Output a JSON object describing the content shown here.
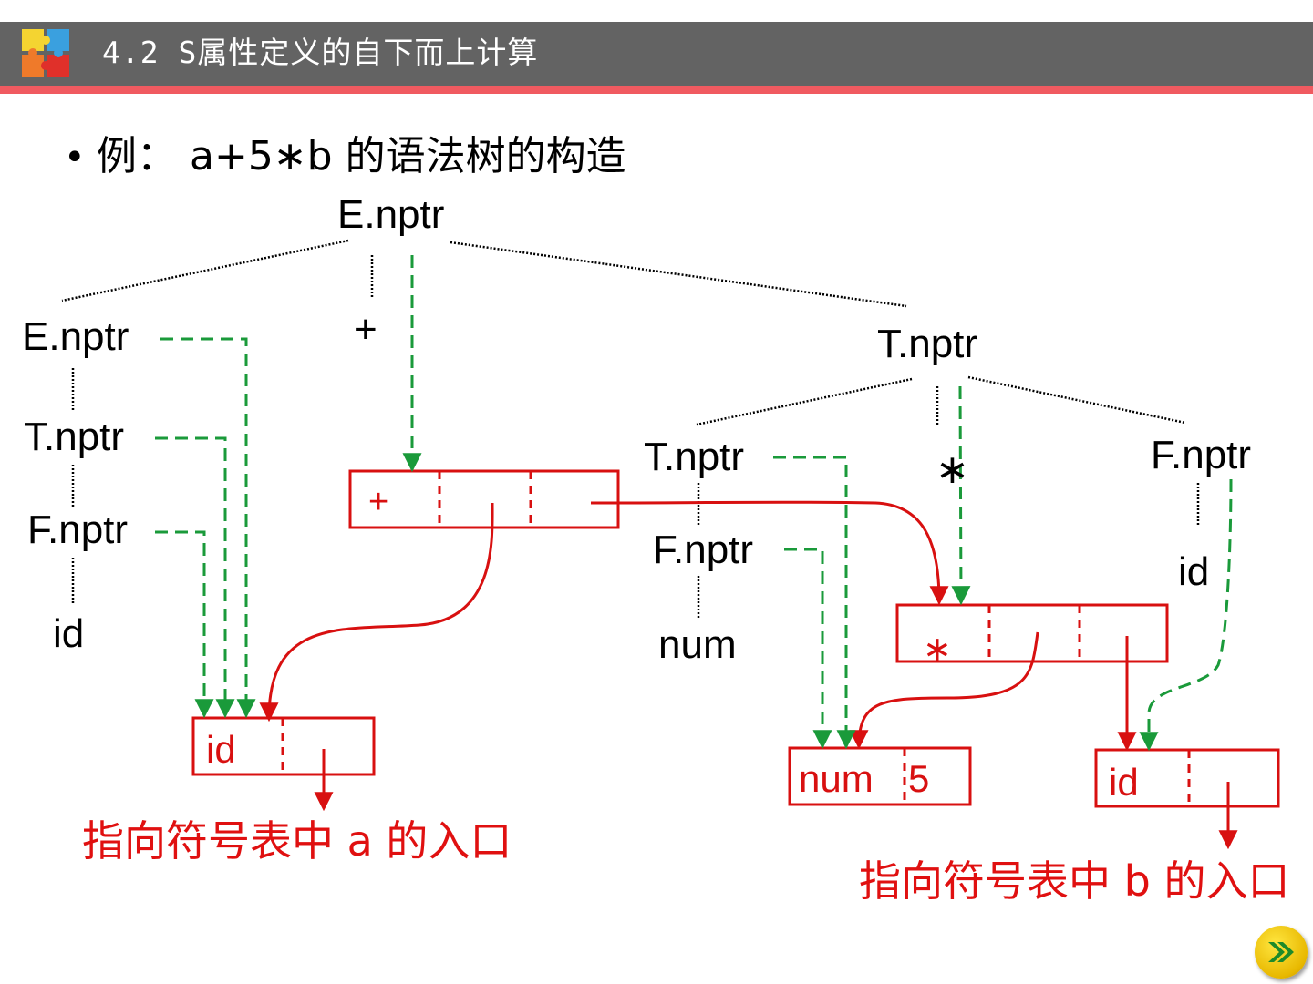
{
  "header": {
    "title": "4.2 S属性定义的自下而上计算"
  },
  "bullet": {
    "dot": "•",
    "text": "例： a+5∗b 的语法树的构造"
  },
  "tree": {
    "root": "E.nptr",
    "left_e": "E.nptr",
    "left_t": "T.nptr",
    "left_f": "F.nptr",
    "left_id": "id",
    "plus": "+",
    "right_t": "T.nptr",
    "right_t_child": "T.nptr",
    "right_f_child": "F.nptr",
    "num": "num",
    "star": "∗",
    "right_f": "F.nptr",
    "right_id": "id"
  },
  "boxes": {
    "plus_box_op": "+",
    "star_box_op": "∗",
    "id_a_label": "id",
    "num_label": "num",
    "num_value": "5",
    "id_b_label": "id"
  },
  "annotations": {
    "entry_a": "指向符号表中 a 的入口",
    "entry_b": "指向符号表中 b 的入口"
  },
  "colors": {
    "header_bg": "#636363",
    "header_accent": "#f05a60",
    "pointer_red": "#d81010",
    "attr_green": "#1a9a3a"
  },
  "icons": {
    "logo": "puzzle-logo-icon",
    "next": "next-arrow-icon"
  }
}
